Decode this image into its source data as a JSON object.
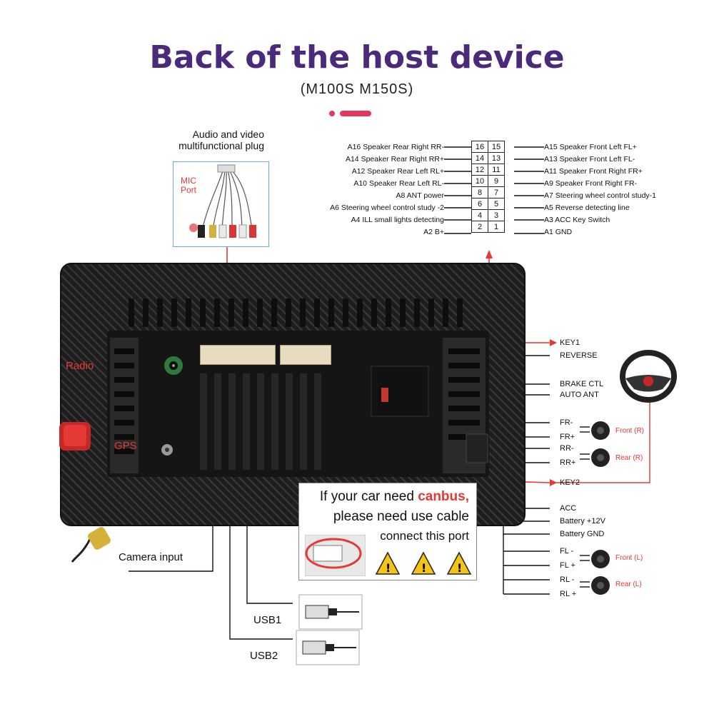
{
  "title": "Back of the host device",
  "subtitle": "(M100S  M150S)",
  "colors": {
    "title": "#4b2a7b",
    "accent": "#e8375f",
    "red_line": "#e53935"
  },
  "av_plug": {
    "label_line1": "Audio and video",
    "label_line2": "multifunctional plug",
    "mic_label_line1": "MIC",
    "mic_label_line2": "Port"
  },
  "left_pins": [
    {
      "id": "A16",
      "desc": "Speaker Rear Right RR-",
      "left": "16",
      "right": "15"
    },
    {
      "id": "A14",
      "desc": "Speaker Rear Right RR+",
      "left": "14",
      "right": "13"
    },
    {
      "id": "A12",
      "desc": "Speaker Rear Left RL+",
      "left": "12",
      "right": "11"
    },
    {
      "id": "A10",
      "desc": "Speaker Rear Left RL-",
      "left": "10",
      "right": "9"
    },
    {
      "id": "A8",
      "desc": "ANT power",
      "left": "8",
      "right": "7"
    },
    {
      "id": "A6",
      "desc": "Steering wheel control study -2",
      "left": "6",
      "right": "5"
    },
    {
      "id": "A4",
      "desc": "ILL small lights detecting",
      "left": "4",
      "right": "3"
    },
    {
      "id": "A2",
      "desc": "B+",
      "left": "2",
      "right": "1"
    }
  ],
  "right_pins": [
    {
      "id": "A15",
      "desc": "Speaker Front Left FL+"
    },
    {
      "id": "A13",
      "desc": "Speaker Front Left FL-"
    },
    {
      "id": "A11",
      "desc": "Speaker Front Right FR+"
    },
    {
      "id": "A9",
      "desc": "Speaker Front Right FR-"
    },
    {
      "id": "A7",
      "desc": "Steering wheel control study-1"
    },
    {
      "id": "A5",
      "desc": "Reverse detecting line"
    },
    {
      "id": "A3",
      "desc": "ACC Key Switch"
    },
    {
      "id": "A1",
      "desc": "GND"
    }
  ],
  "left_side": {
    "radio": "Radio",
    "gps": "GPS",
    "camera": "Camera input",
    "usb1": "USB1",
    "usb2": "USB2"
  },
  "canbus": {
    "line1_a": "If your car need ",
    "line1_b": "canbus,",
    "line2": "please need use cable",
    "line3": "connect this port"
  },
  "right_side": {
    "key1": "KEY1",
    "reverse": "REVERSE",
    "brake": "BRAKE CTL",
    "auto_ant": "AUTO ANT",
    "fr_minus": "FR-",
    "fr_plus": "FR+",
    "rr_minus": "RR-",
    "rr_plus": "RR+",
    "key2": "KEY2",
    "acc": "ACC",
    "battery12": "Battery +12V",
    "battery_gnd": "Battery GND",
    "fl_minus": "FL -",
    "fl_plus": "FL +",
    "rl_minus": "RL -",
    "rl_plus": "RL +",
    "front_r": "Front (R)",
    "rear_r": "Rear (R)",
    "front_l": "Front (L)",
    "rear_l": "Rear (L)"
  }
}
